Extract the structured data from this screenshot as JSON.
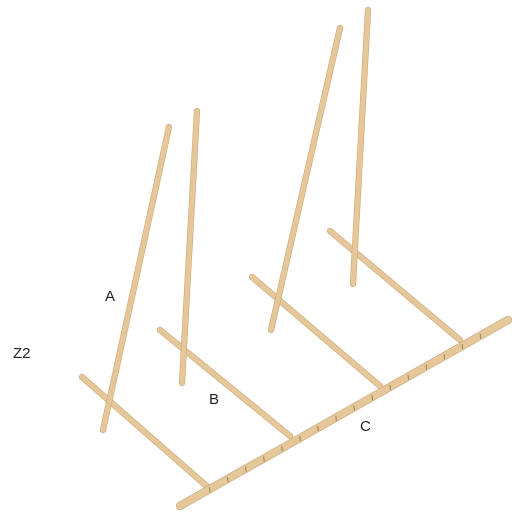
{
  "labels": {
    "a": "A",
    "b": "B",
    "c": "C",
    "z2": "Z2"
  },
  "colors": {
    "wood": "#e6c79a",
    "wood_edge": "#c9a877",
    "notch": "#9a7d55",
    "text": "#222222"
  }
}
